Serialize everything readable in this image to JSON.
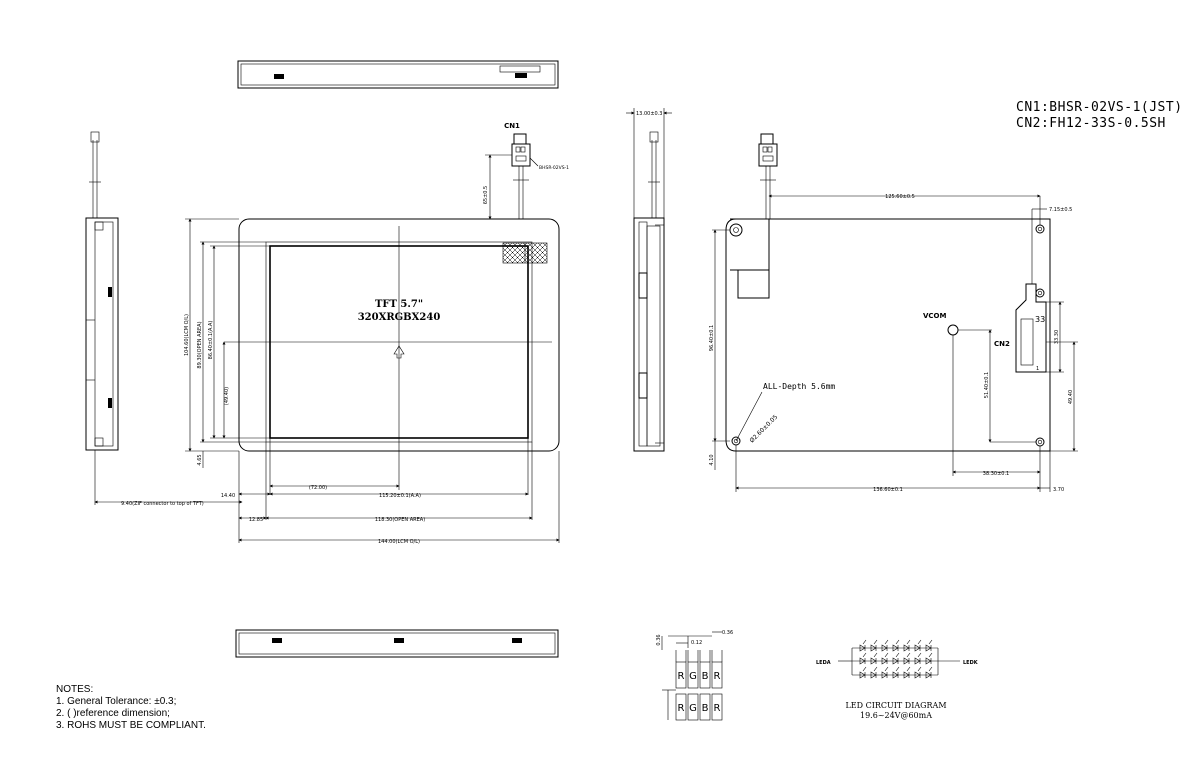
{
  "connectors": {
    "cn1_spec": "CN1:BHSR-02VS-1(JST)",
    "cn2_spec": "CN2:FH12-33S-0.5SH"
  },
  "front_view": {
    "cn1_label": "CN1",
    "cn1_part": "BHSR-02VS-1",
    "title_line1": "TFT 5.7\"",
    "title_line2": "320XRGBX240",
    "dims": {
      "cable": "65±0.5",
      "lcm_height": "104.60(LCM O/L)",
      "open_height": "89.30(OPEN AREA)",
      "aa_height": "86.40±0.1(A.A)",
      "half_height": "(49.40)",
      "bottom_offset": "4.65",
      "left_offset": "14.40",
      "half_width": "(72.00)",
      "aa_width": "115.20±0.1(A.A)",
      "open_offset": "12.85",
      "open_width": "118.30(OPEN AREA)",
      "lcm_width": "144.00(LCM O/L)",
      "zif": "9.40(ZIF connector to top of TFT)"
    }
  },
  "side_view": {
    "thickness": "13.00±0.3"
  },
  "back_view": {
    "vcom_label": "VCOM",
    "cn2_label": "CN2",
    "pin_33": "33",
    "pin_1": "1",
    "hole_note": "ALL-Depth 5.6mm",
    "hole_dia": "Ø2.60±0.05",
    "dims": {
      "top_span": "125.60±0.5",
      "right_offset": "7.15±0.5",
      "hole_height": "96.40±0.1",
      "cn2_height": "33.30",
      "vcom_height": "51.40±0.1",
      "right_height": "49.40",
      "bottom_offset": "4.10",
      "vcom_width": "38.30±0.1",
      "hole_width": "136.60±0.1",
      "right_edge": "3.70"
    }
  },
  "pixel": {
    "dims": {
      "height": "0.36",
      "width": "0.12",
      "gap": "0.36"
    },
    "row1": [
      "R",
      "G",
      "B",
      "R"
    ],
    "row2": [
      "R",
      "G",
      "B",
      "R"
    ]
  },
  "led": {
    "leda": "LEDA",
    "ledk": "LEDK",
    "title": "LED CIRCUIT DIAGRAM",
    "spec": "19.6~24V@60mA"
  },
  "notes": {
    "heading": "NOTES:",
    "n1": "1. General Tolerance: ±0.3;",
    "n2": "2. ( )reference dimension;",
    "n3": "3. ROHS   MUST BE COMPLIANT."
  }
}
